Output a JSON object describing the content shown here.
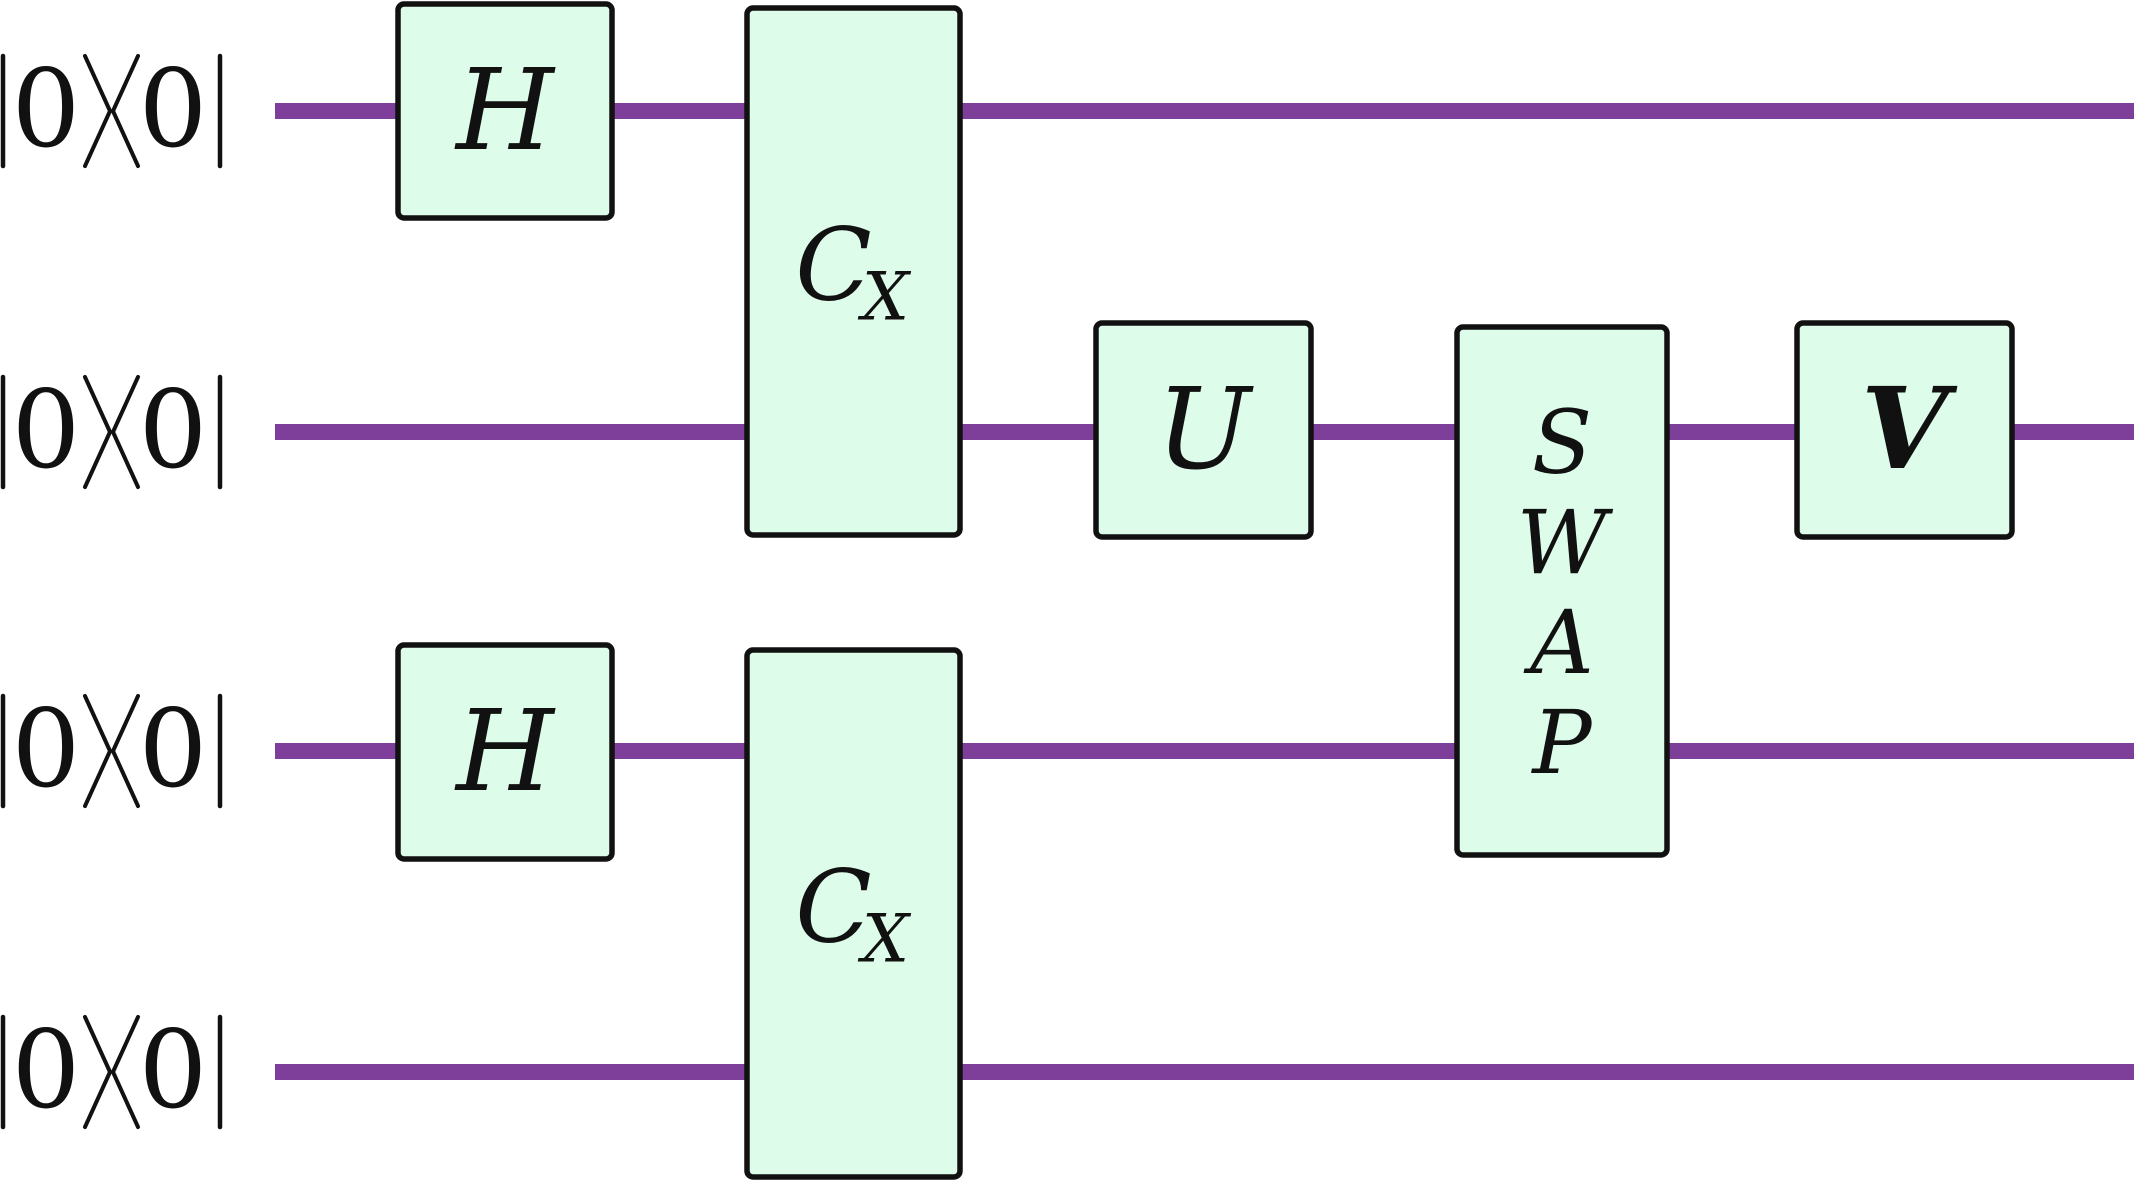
{
  "circuit": {
    "colors": {
      "wire": "#7e3f9a",
      "gate_fill": "#defcea",
      "gate_stroke": "#111111"
    },
    "wires": [
      {
        "state_symbol": "0"
      },
      {
        "state_symbol": "0"
      },
      {
        "state_symbol": "0"
      },
      {
        "state_symbol": "0"
      }
    ],
    "gates": [
      {
        "id": "h1",
        "label": "H",
        "sub": "",
        "wires": [
          0
        ]
      },
      {
        "id": "cx1",
        "label": "C",
        "sub": "X",
        "wires": [
          0,
          1
        ]
      },
      {
        "id": "h2",
        "label": "H",
        "sub": "",
        "wires": [
          2
        ]
      },
      {
        "id": "cx2",
        "label": "C",
        "sub": "X",
        "wires": [
          2,
          3
        ]
      },
      {
        "id": "u",
        "label": "U",
        "sub": "",
        "wires": [
          1
        ]
      },
      {
        "id": "swap",
        "label": "SWAP",
        "sub": "",
        "vertical": true,
        "wires": [
          1,
          2
        ]
      },
      {
        "id": "v",
        "label": "V",
        "sub": "",
        "bold": true,
        "wires": [
          1
        ]
      }
    ]
  }
}
